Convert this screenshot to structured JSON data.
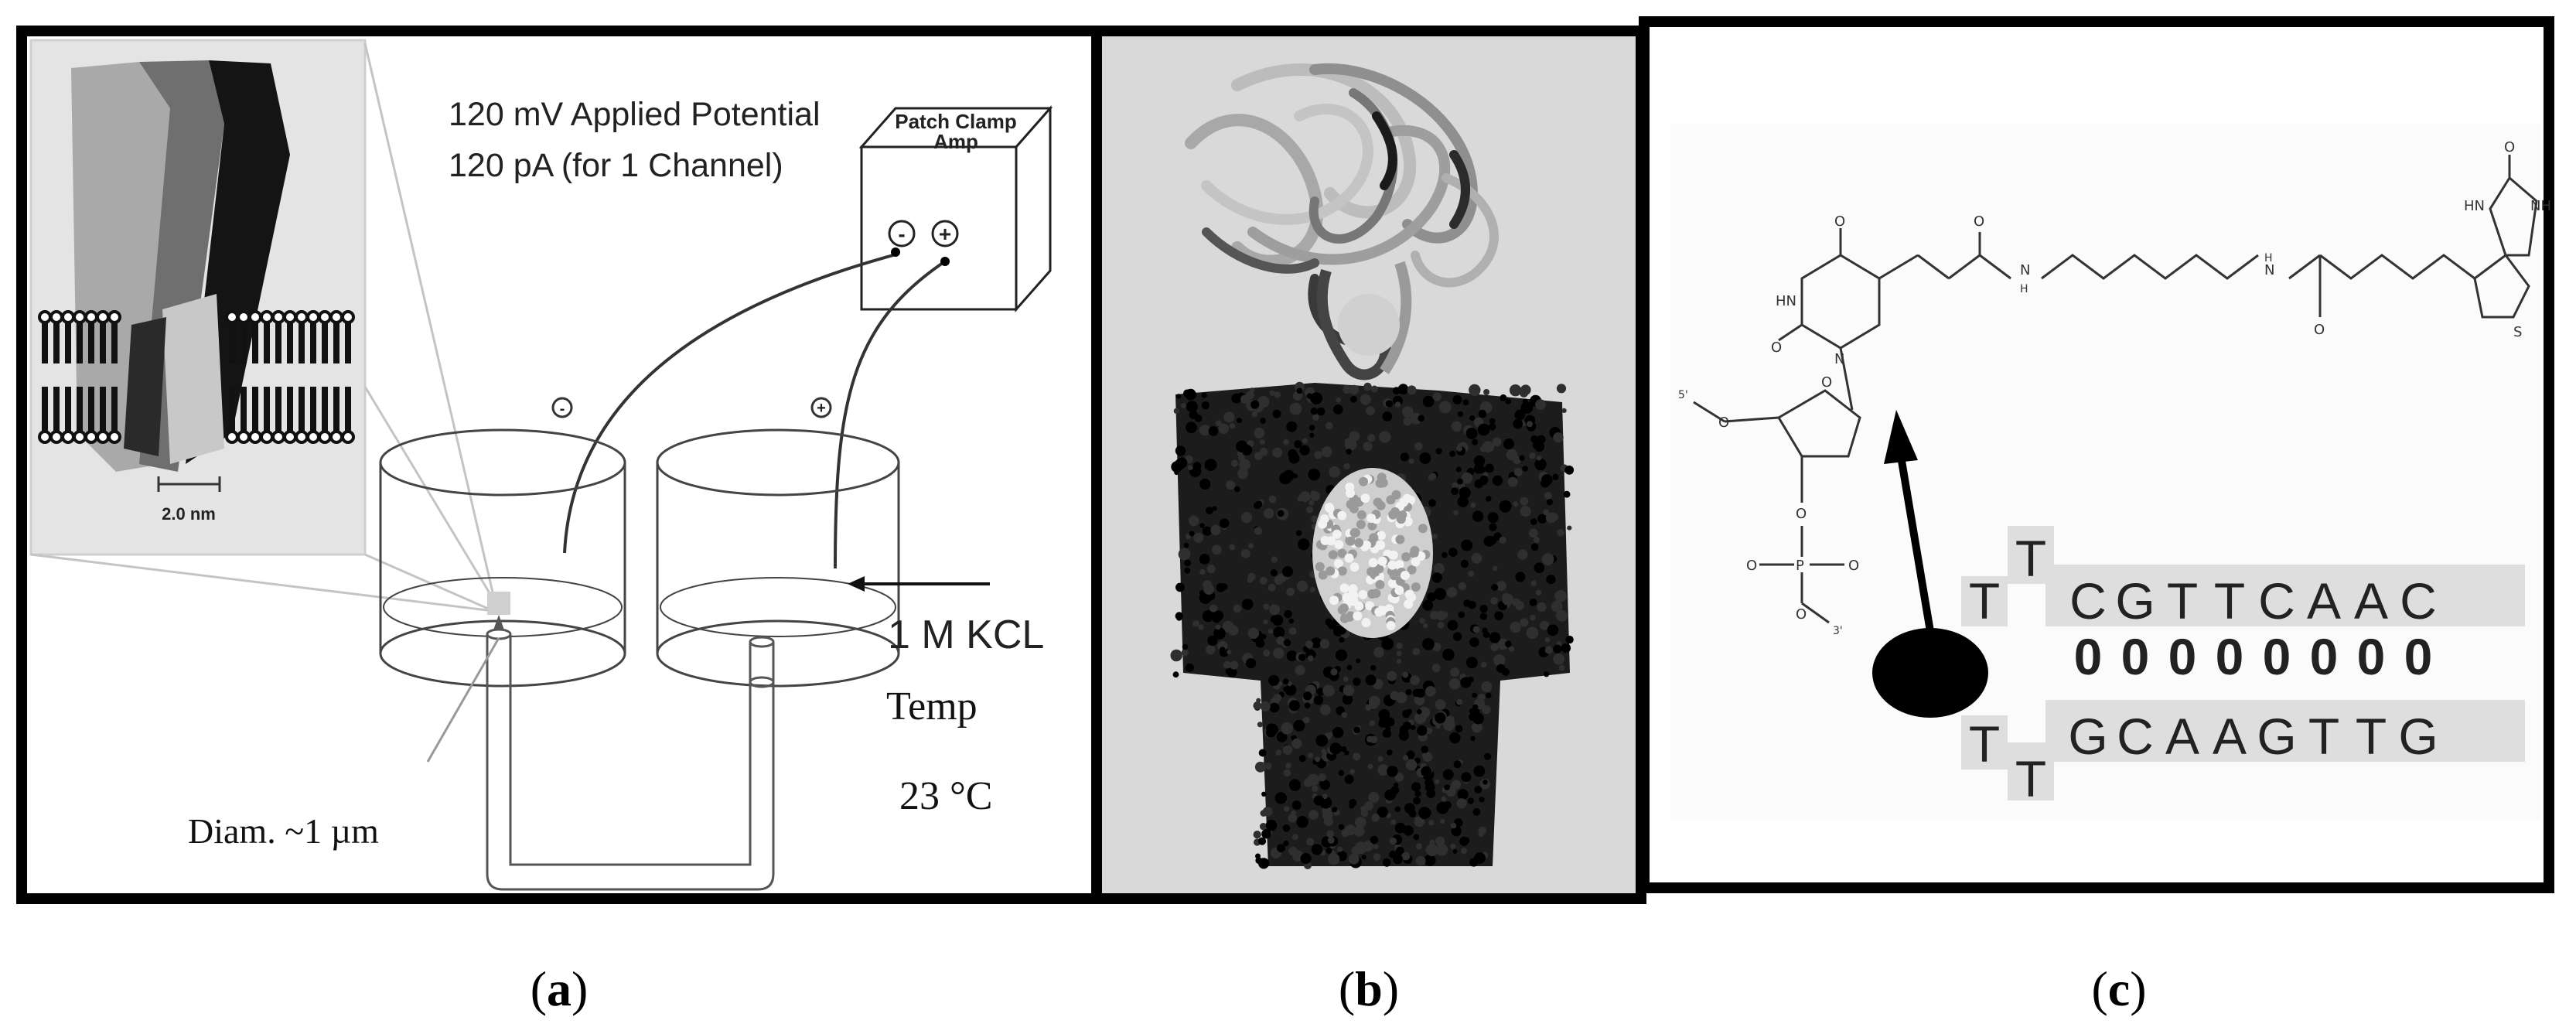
{
  "panel_a": {
    "potential_label": "120 mV Applied Potential",
    "current_label": "120 pA (for 1 Channel)",
    "amp_label_line1": "Patch Clamp",
    "amp_label_line2": "Amp",
    "minus": "-",
    "plus": "+",
    "scale_label": "2.0 nm",
    "kcl_label": "1 M KCL",
    "temp_label": "Temp",
    "temp_value": "23 °C",
    "diam_label": "Diam. ~1 µm"
  },
  "panel_c": {
    "strand_top": [
      "C",
      "G",
      "T",
      "T",
      "C",
      "A",
      "A",
      "C"
    ],
    "strand_bottom": [
      "G",
      "C",
      "A",
      "A",
      "G",
      "T",
      "T",
      "G"
    ],
    "pair_mark": "0",
    "loop_top": [
      "T",
      "T"
    ],
    "loop_bottom": [
      "T",
      "T"
    ],
    "chem_labels": {
      "o1": "O",
      "hn1": "HN",
      "o2": "O",
      "n1": "N",
      "o3": "O",
      "h1": "H",
      "n2": "N",
      "o4": "O",
      "h2": "H",
      "n3": "N",
      "o5": "O",
      "hn2": "HN",
      "nh": "NH",
      "s": "S",
      "sugar_o": "O",
      "o_link": "O",
      "p": "P",
      "o_minus": "O",
      "o_eq": "O",
      "o_bottom": "O",
      "five_prime": "5'",
      "three_prime": "3'",
      "o_top": "O"
    }
  },
  "captions": {
    "a": "a",
    "b": "b",
    "c": "c",
    "open": "(",
    "close": ")"
  }
}
